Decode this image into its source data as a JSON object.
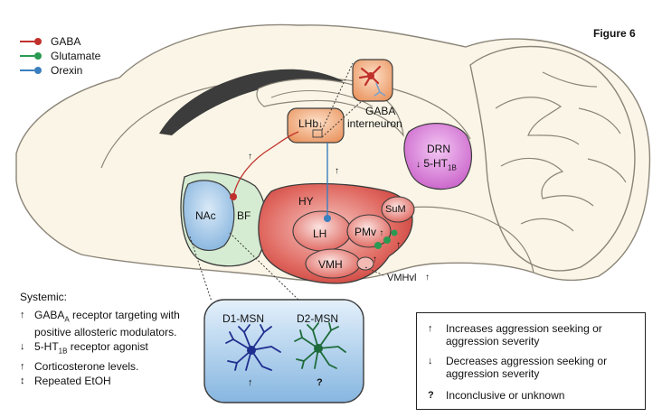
{
  "figure_label": "Figure 6",
  "legend": [
    {
      "label": "GABA",
      "color": "#c0312b"
    },
    {
      "label": "Glutamate",
      "color": "#2a9a52"
    },
    {
      "label": "Orexin",
      "color": "#3a7fbf"
    }
  ],
  "regions": {
    "lhb": "LHb",
    "lhb_arrow": "↓",
    "gaba_interneuron_line1": "GABA",
    "gaba_interneuron_line2": "interneuron",
    "drn": "DRN",
    "drn_receptor_arrow": "↓",
    "drn_receptor": "5-HT",
    "drn_receptor_sub": "1B",
    "nac": "NAc",
    "bf": "BF",
    "hy": "HY",
    "lh": "LH",
    "pmv": "PMv",
    "pmv_arrow": "↑",
    "sum": "SuM",
    "vmh": "VMH",
    "vmhvl": "VMHvl",
    "vmhvl_arrow": "↑",
    "lhb_path_arrow": "↑",
    "orexin_path_arrow": "↑",
    "sum_arrow": "↑",
    "pmv_lower_arrow": "↑"
  },
  "msn_box": {
    "d1_label": "D1-MSN",
    "d2_label": "D2-MSN",
    "d1_effect": "↑",
    "d2_effect": "?",
    "d1_color": "#1f2f8f",
    "d2_color": "#1d6b3a"
  },
  "systemic": {
    "title": "Systemic:",
    "items": [
      {
        "symbol": "↑",
        "text": "GABA",
        "sub": "A",
        "text2": " receptor targeting with positive allosteric modulators."
      },
      {
        "symbol": "↓",
        "text": "5-HT",
        "sub": "1B",
        "text2": " receptor agonist"
      },
      {
        "symbol": "↑",
        "text": "Corticosterone levels.",
        "sub": "",
        "text2": ""
      },
      {
        "symbol": "↕",
        "text": "Repeated EtOH",
        "sub": "",
        "text2": ""
      }
    ]
  },
  "key": [
    {
      "symbol": "↑",
      "text": "Increases aggression seeking or aggression severity"
    },
    {
      "symbol": "↓",
      "text": "Decreases aggression seeking or aggression severity"
    },
    {
      "symbol": "?",
      "text": "Inconclusive or unknown"
    }
  ]
}
